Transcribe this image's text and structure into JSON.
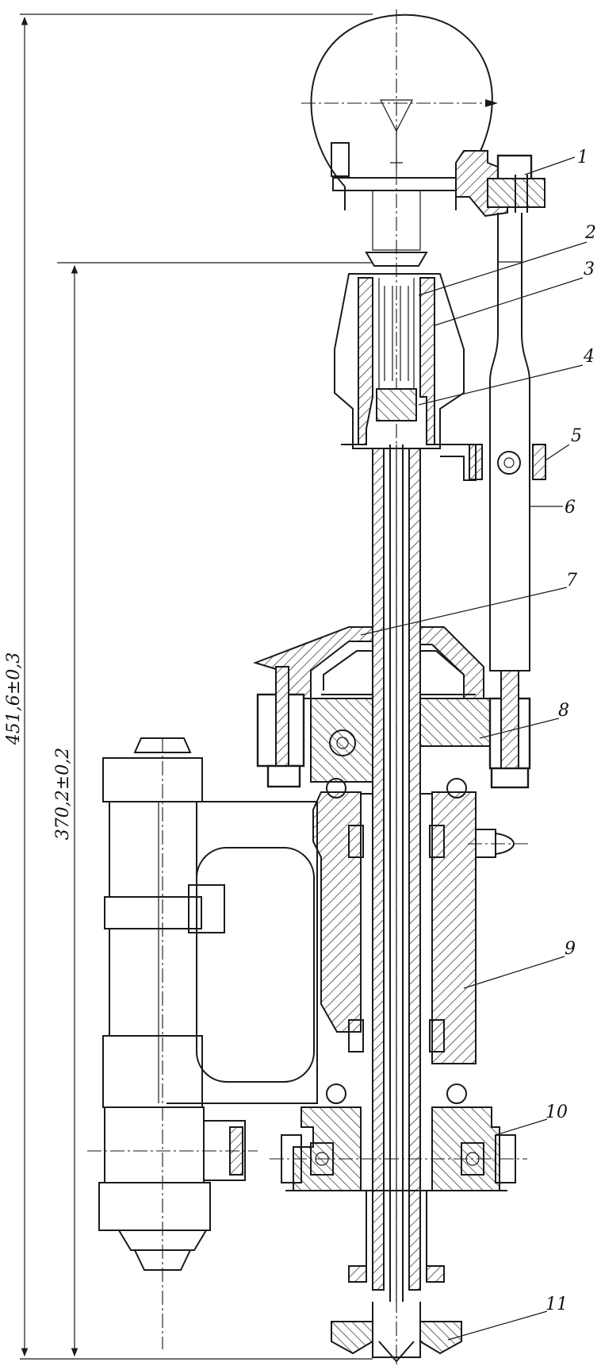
{
  "dimensions": {
    "overall": "451,6±0,3",
    "inner": "370,2±0,2"
  },
  "callouts": [
    "1",
    "2",
    "3",
    "4",
    "5",
    "6",
    "7",
    "8",
    "9",
    "10",
    "11"
  ]
}
